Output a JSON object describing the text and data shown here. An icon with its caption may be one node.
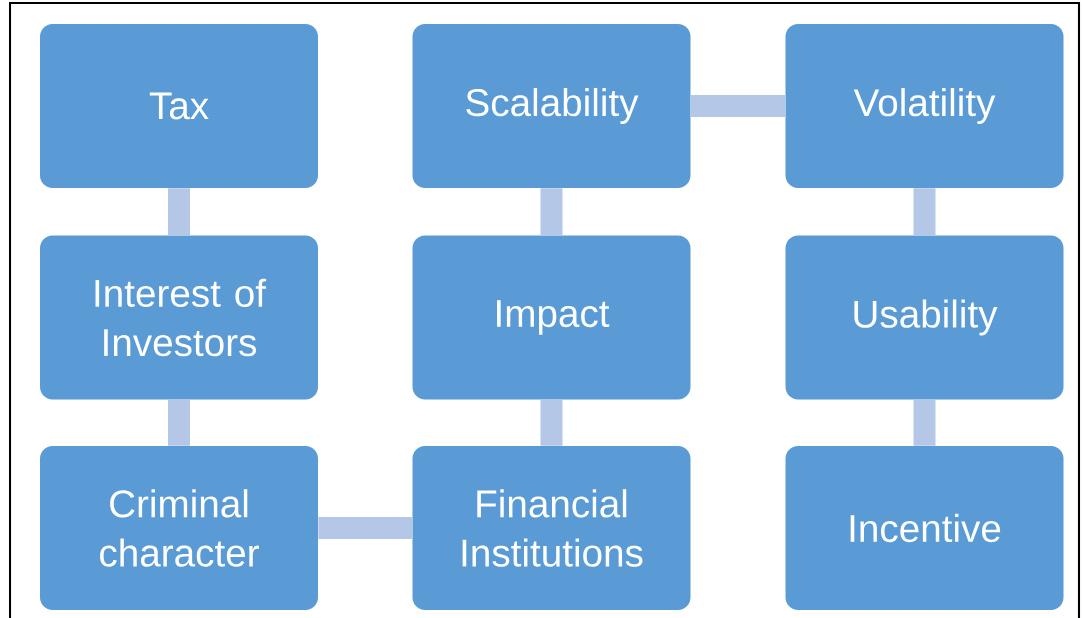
{
  "diagram": {
    "nodes": [
      {
        "text": [
          "Tax"
        ]
      },
      {
        "text": [
          "Scalability"
        ]
      },
      {
        "text": [
          "Volatility"
        ]
      },
      {
        "text": [
          "Interest of Investors"
        ]
      },
      {
        "text": [
          "Impact"
        ]
      },
      {
        "text": [
          "Usability"
        ]
      },
      {
        "text": [
          "Criminal character"
        ]
      },
      {
        "text": [
          "Financial Institutions"
        ]
      },
      {
        "text": [
          "Incentive"
        ]
      }
    ],
    "edges": [
      {
        "from": 0,
        "to": 3,
        "arrow": "none"
      },
      {
        "from": 3,
        "to": 6,
        "arrow": "none"
      },
      {
        "from": 6,
        "to": 7,
        "arrow": "none"
      },
      {
        "from": 7,
        "to": 4,
        "arrow": "none"
      },
      {
        "from": 4,
        "to": 1,
        "arrow": "none"
      },
      {
        "from": 1,
        "to": 2,
        "arrow": "none"
      },
      {
        "from": 2,
        "to": 5,
        "arrow": "none"
      },
      {
        "from": 5,
        "to": 8,
        "arrow": "none"
      }
    ]
  }
}
